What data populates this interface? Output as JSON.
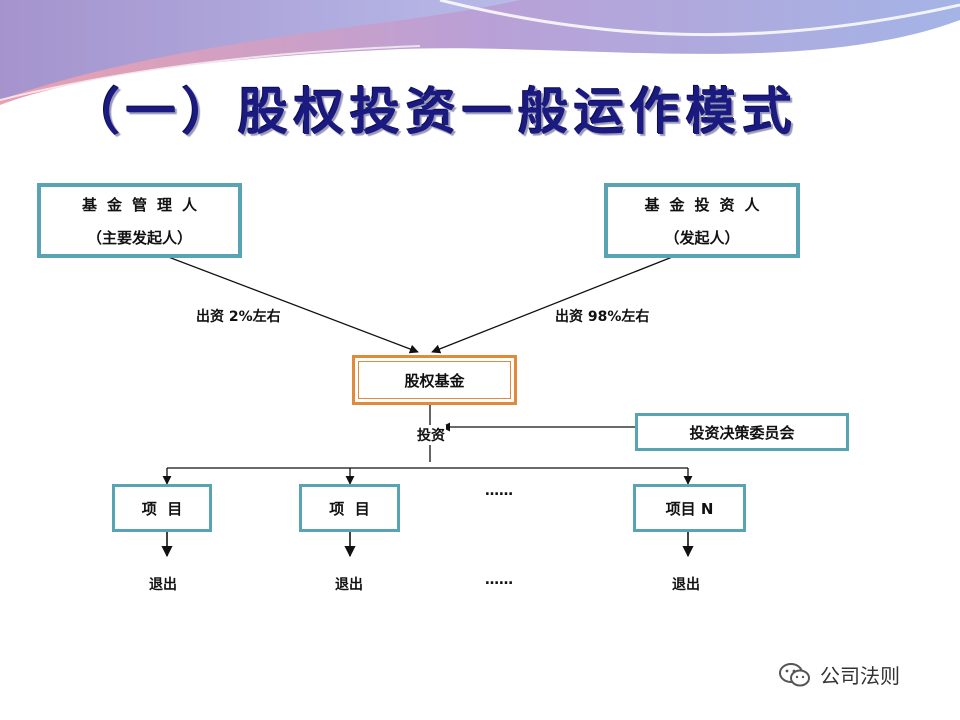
{
  "title": "（一）股权投资一般运作模式",
  "nodes": {
    "fund_manager": {
      "line1": "基金管理人",
      "line2": "（主要发起人）"
    },
    "fund_investor": {
      "line1": "基金投资人",
      "line2": "（发起人）"
    },
    "equity_fund": "股权基金",
    "committee": "投资决策委员会",
    "projects": [
      {
        "label": "项  目"
      },
      {
        "label": "项  目"
      },
      {
        "label": "项目 N"
      }
    ]
  },
  "edge_labels": {
    "manager_share": "出资 2%左右",
    "investor_share": "出资 98%左右",
    "invest": "投资"
  },
  "exit_label": "退出",
  "ellipsis": "……",
  "watermark": "公司法则",
  "colors": {
    "box_border": "#5aa3b4",
    "fund_border": "#e08a3a",
    "title": "#1a1a80"
  }
}
